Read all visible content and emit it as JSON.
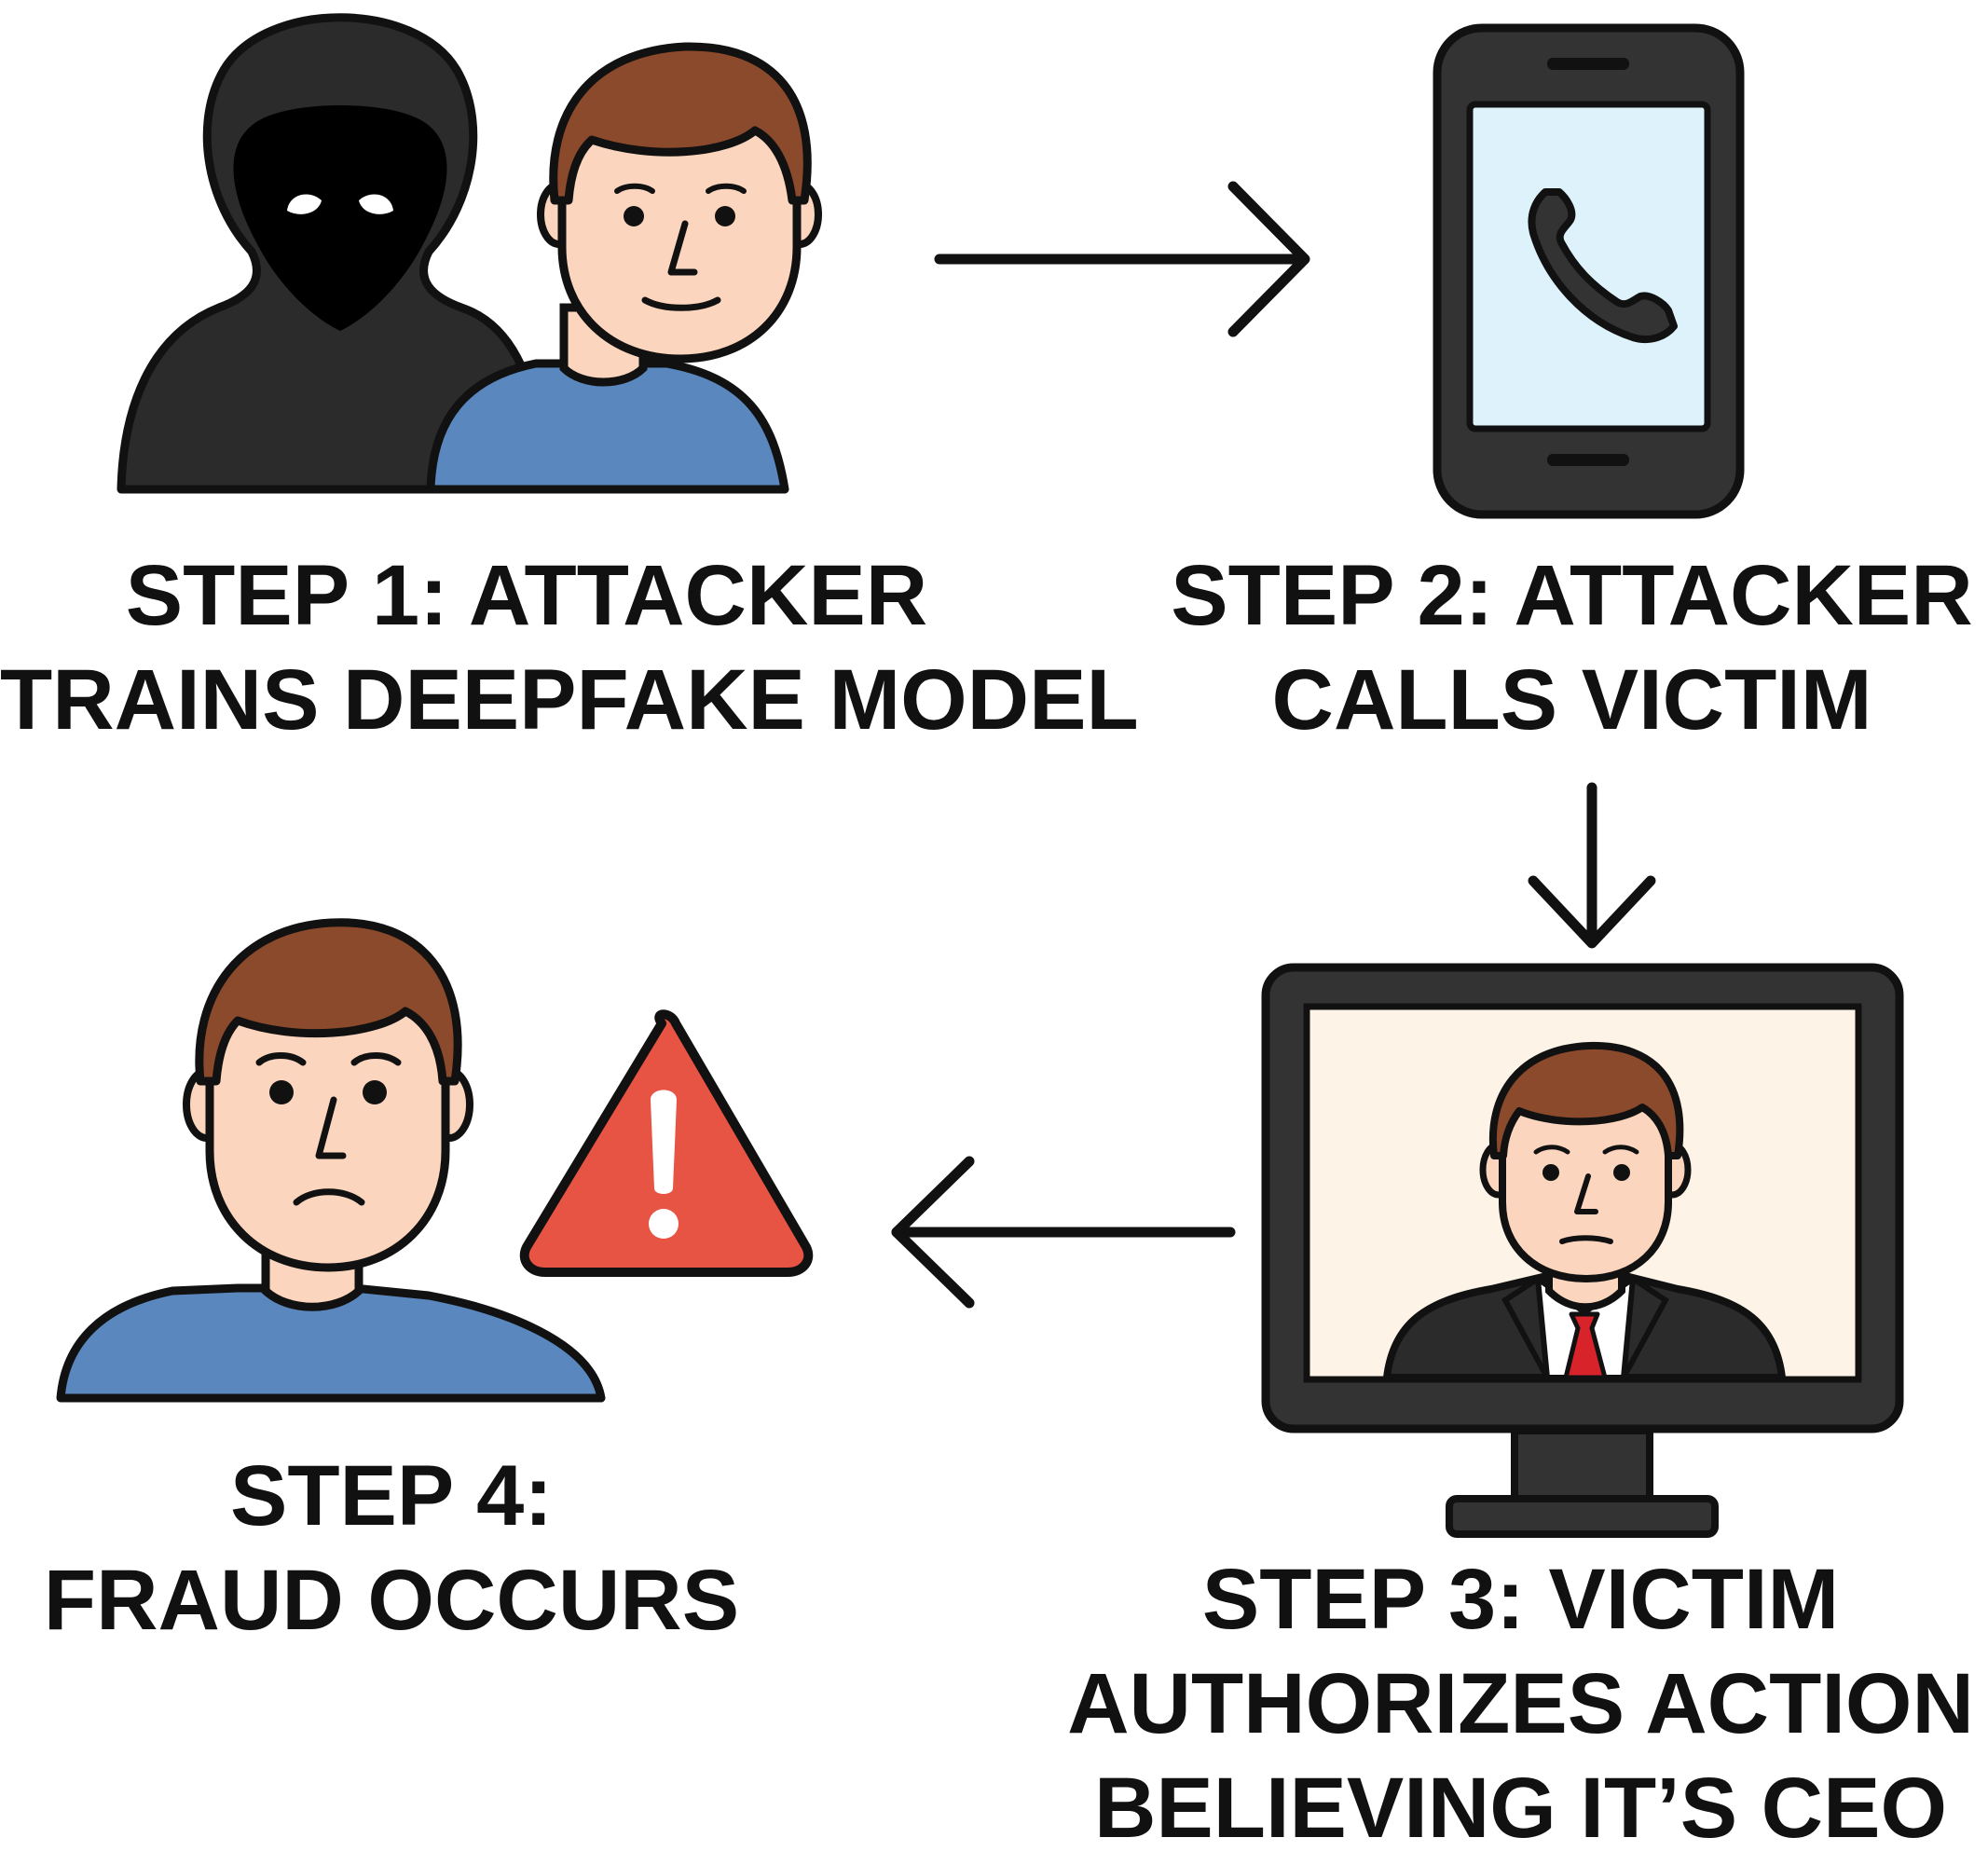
{
  "colors": {
    "outline": "#111111",
    "skin": "#fbd5bd",
    "hair": "#8b4a2b",
    "shirt": "#5a87bd",
    "hood": "#2b2b2b",
    "device": "#333333",
    "phone_screen": "#ddf2fb",
    "monitor_screen": "#fdf3e7",
    "warning": "#e85444",
    "tie": "#d8232a"
  },
  "icons": {
    "attacker": "hooded-attacker-icon",
    "person": "person-icon",
    "phone": "smartphone-icon",
    "handset": "phone-handset-icon",
    "monitor": "monitor-icon",
    "ceo": "ceo-icon",
    "warning": "warning-icon",
    "victim": "victim-icon"
  },
  "steps": [
    {
      "line1": "STEP 1: ATTACKER",
      "line2": "TRAINS DEEPFAKE MODEL"
    },
    {
      "line1": "STEP 2: ATTACKER",
      "line2": "CALLS VICTIM"
    },
    {
      "line1": "STEP 3: VICTIM",
      "line2": "AUTHORIZES ACTION",
      "line3": "BELIEVING IT’S CEO"
    },
    {
      "line1": "STEP 4:",
      "line2": "FRAUD OCCURS"
    }
  ]
}
